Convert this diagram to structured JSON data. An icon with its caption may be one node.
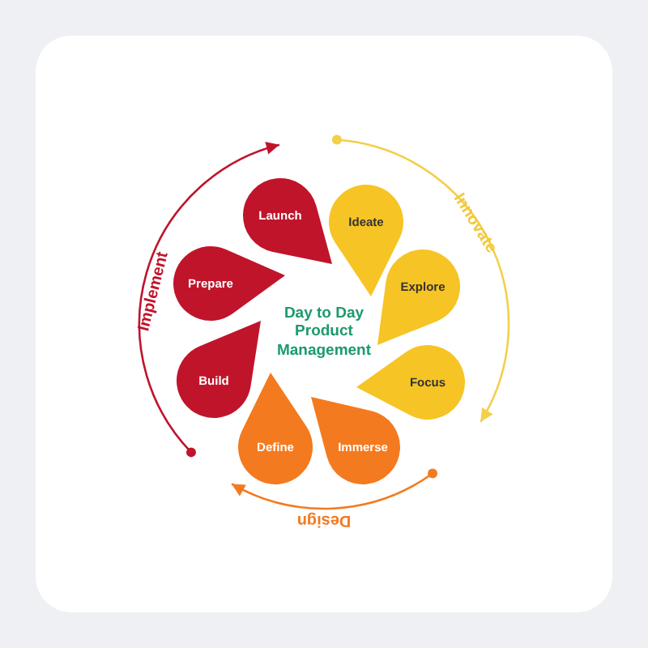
{
  "diagram": {
    "nodes": [
      {
        "text": [
          "Launch"
        ]
      },
      {
        "text": [
          "Ideate"
        ]
      },
      {
        "text": [
          "Prepare"
        ]
      },
      {
        "text": [
          "Explore"
        ]
      },
      {
        "text": [
          "Build"
        ]
      },
      {
        "text": [
          "Focus"
        ]
      },
      {
        "text": [
          "Define"
        ]
      },
      {
        "text": [
          "Immerse"
        ]
      }
    ],
    "labels": [
      "Innovate",
      "Implement",
      "Day to Day Product Management",
      "Design"
    ]
  }
}
